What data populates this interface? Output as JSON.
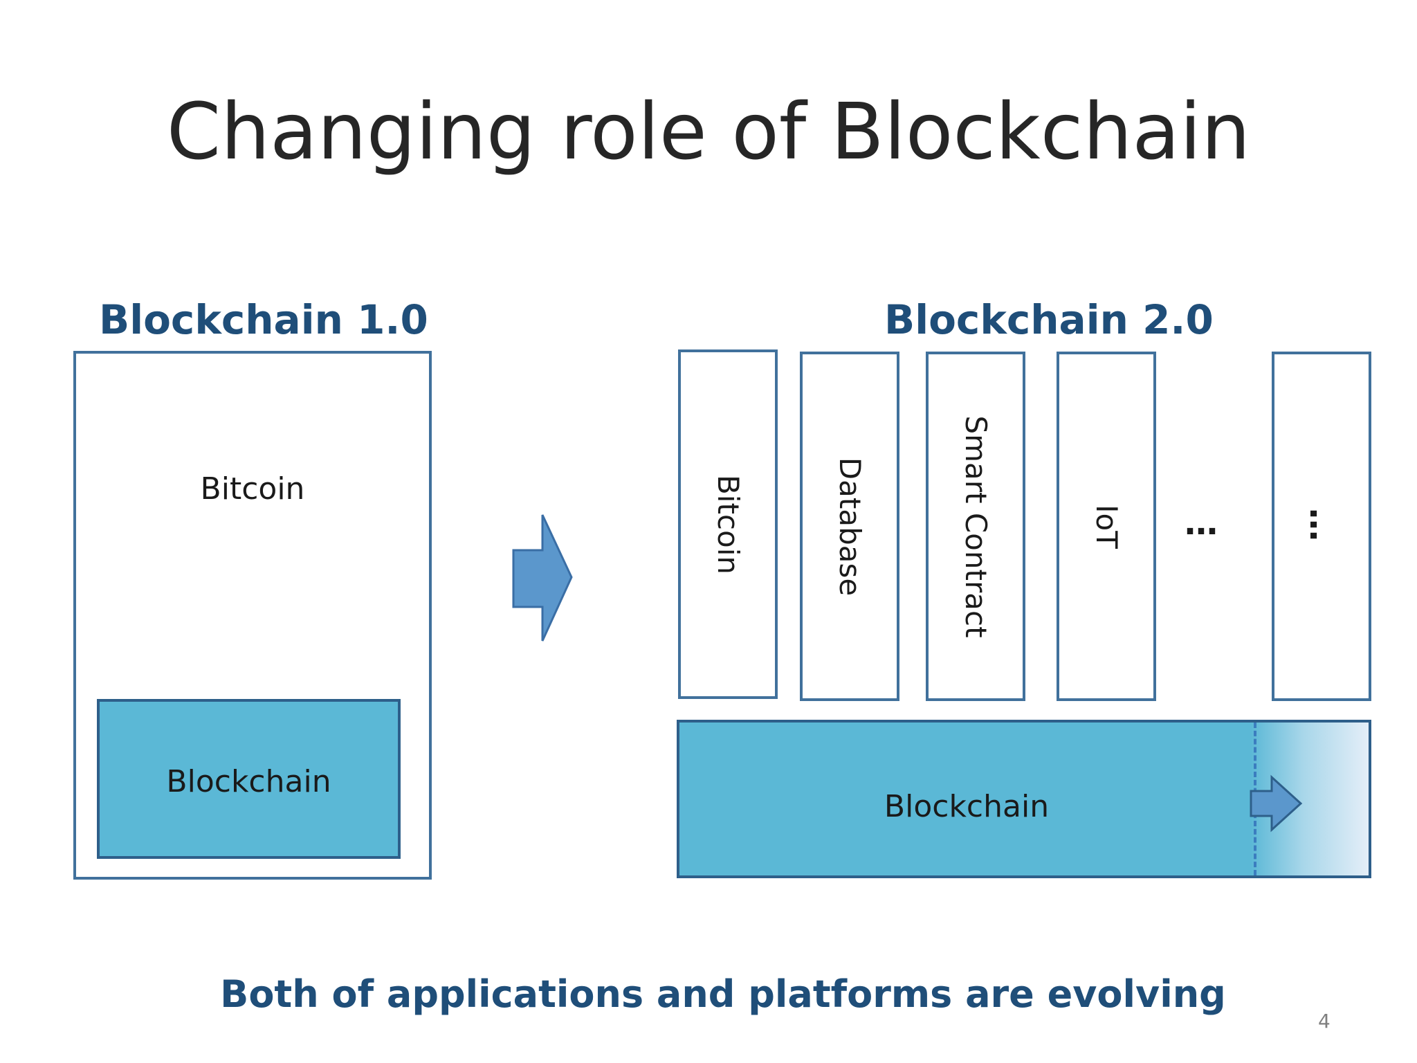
{
  "title": "Changing role of Blockchain",
  "v1": {
    "heading": "Blockchain 1.0",
    "app_label": "Bitcoin",
    "platform_label": "Blockchain"
  },
  "v2": {
    "heading": "Blockchain 2.0",
    "apps": [
      "Bitcoin",
      "Database",
      "Smart Contract",
      "IoT"
    ],
    "ellipsis_outside": "…",
    "ellipsis_inside": "…",
    "platform_label": "Blockchain"
  },
  "footer": "Both of applications and platforms are evolving",
  "page_number": "4",
  "colors": {
    "heading_blue": "#1f4e79",
    "box_border": "#41719c",
    "platform_fill": "#5bb8d6",
    "arrow_fill": "#5b97cc"
  },
  "icons": {
    "transition_arrow": "right-arrow-icon",
    "evolving_arrow": "right-arrow-icon"
  }
}
